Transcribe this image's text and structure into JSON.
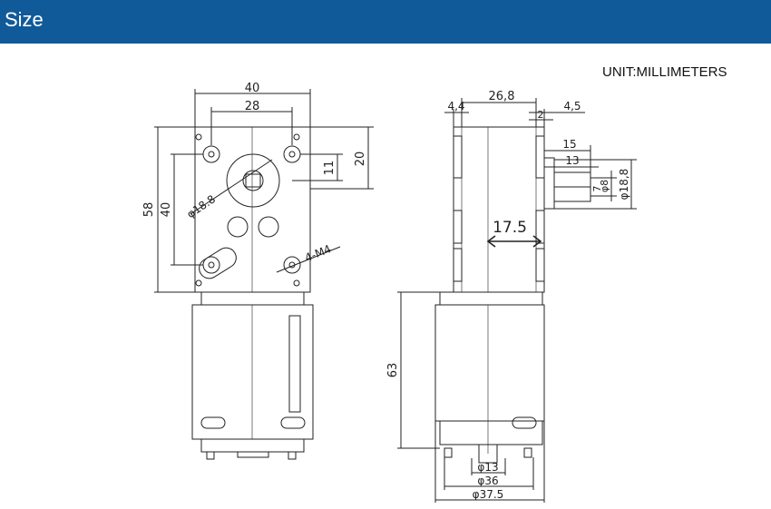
{
  "header": {
    "title": "Size",
    "background": "#115a99"
  },
  "unit_label": "UNIT:MILLIMETERS",
  "front_view": {
    "width_overall": "40",
    "hole_spacing_horizontal": "28",
    "height_overall": "58",
    "hole_spacing_vertical": "40",
    "shaft_offset_top": "11",
    "shaft_offset_side": "20",
    "boss_diameter": "φ18.8",
    "mount_holes": "4-M4"
  },
  "side_view": {
    "gearbox_depth": "26,8",
    "left_flange": "4,4",
    "right_flange": "4,5",
    "right_gap": "2",
    "shaft_length": "15",
    "shaft_key_length": "13",
    "shaft_flat": "7",
    "shaft_diameter": "φ8",
    "boss_diameter": "φ18,8",
    "center_width": "17.5",
    "motor_length": "63",
    "motor_shaft_diameter": "φ13",
    "motor_body_diameter": "φ36",
    "motor_can_diameter": "φ37.5"
  }
}
